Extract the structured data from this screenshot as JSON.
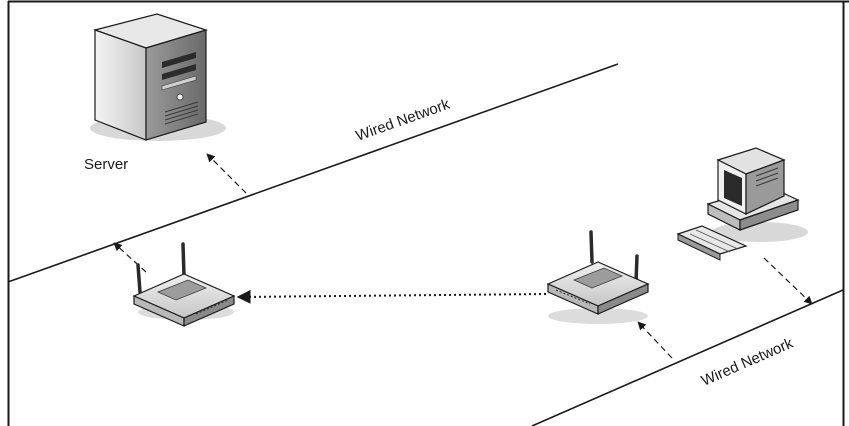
{
  "labels": {
    "server": "Server",
    "wired_network_top": "Wired Network",
    "wired_network_bottom": "Wired Network"
  },
  "icons": {
    "server": "server-tower-icon",
    "access_point_left": "wireless-access-point-icon",
    "access_point_right": "wireless-access-point-icon",
    "workstation": "desktop-computer-icon"
  },
  "links": {
    "wireless": "dotted",
    "wired_connections": "dashed-arrow"
  },
  "colors": {
    "line": "#1a1a1a",
    "device_light": "#e6e6e6",
    "device_mid": "#b5b5b5",
    "device_dark": "#6e6e6e",
    "shadow": "#d8d8d8"
  }
}
